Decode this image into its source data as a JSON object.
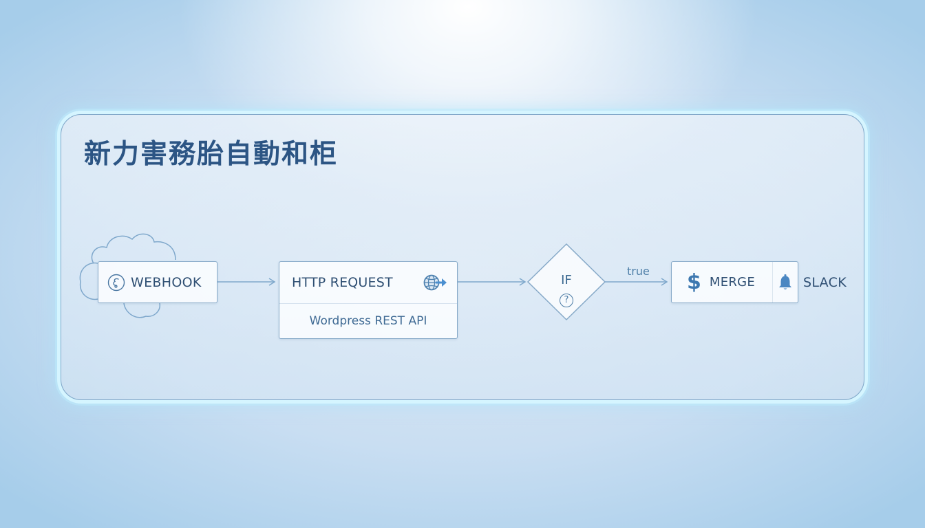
{
  "diagram": {
    "title": "新力害務胎自動和柜",
    "colors": {
      "title": "#2c5584",
      "node_border": "#86a9c8",
      "node_text": "#2f4f73",
      "wire": "#7fa8cc",
      "accent": "#3d78b0",
      "panel_glow": "#bfeafc"
    },
    "nodes": [
      {
        "id": "webhook",
        "label": "WEBHOOK",
        "icon": "webhook-hook-icon",
        "decoration": "cloud-icon"
      },
      {
        "id": "http",
        "label": "HTTP REQUEST",
        "sublabel": "Wordpress REST API",
        "icon": "globe-arrow-icon"
      },
      {
        "id": "if",
        "label": "IF",
        "icon": "question-circle-icon",
        "badge": "?",
        "shape": "diamond"
      },
      {
        "id": "merge",
        "label": "MERGE",
        "icon": "dollar-icon",
        "icon_glyph": "$"
      },
      {
        "id": "slack",
        "label": "SLACK",
        "icon": "bell-icon"
      }
    ],
    "edges": [
      {
        "from": "webhook",
        "to": "http",
        "label": ""
      },
      {
        "from": "http",
        "to": "if",
        "label": ""
      },
      {
        "from": "if",
        "to": "merge",
        "label": "true"
      }
    ]
  }
}
